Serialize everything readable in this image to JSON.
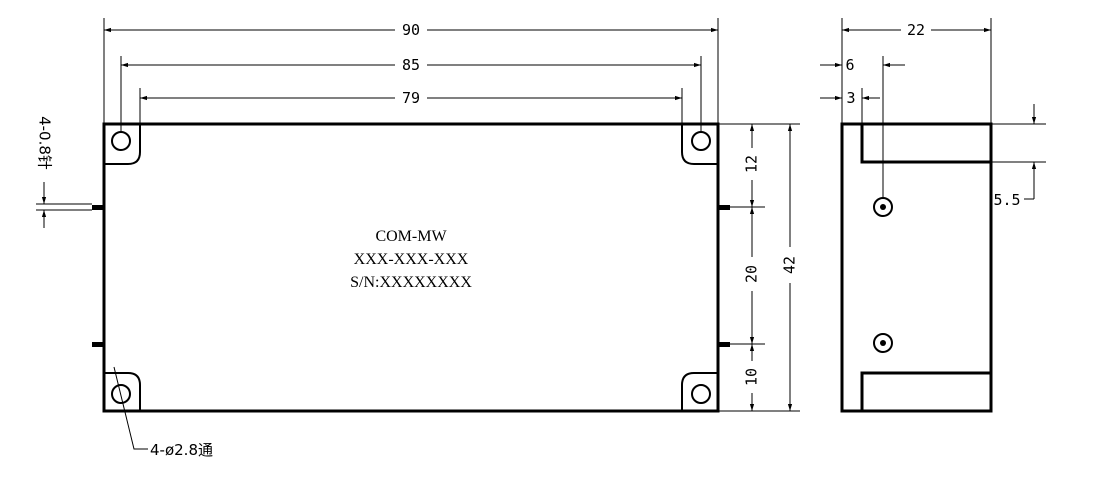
{
  "front_view": {
    "label_lines": [
      "COM-MW",
      "XXX-XXX-XXX",
      "S/N:XXXXXXXX"
    ],
    "dim_overall_width": "90",
    "dim_hole_outer": "85",
    "dim_hole_inner": "79",
    "dim_height": "42",
    "dim_top_pin": "12",
    "dim_pin_spacing": "20",
    "dim_bottom_pin": "10",
    "pin_spec": "4-0.8针",
    "hole_spec": "4-ø2.8通"
  },
  "side_view": {
    "dim_depth": "22",
    "dim_offset_6": "6",
    "dim_offset_3": "3",
    "dim_step": "5.5"
  }
}
